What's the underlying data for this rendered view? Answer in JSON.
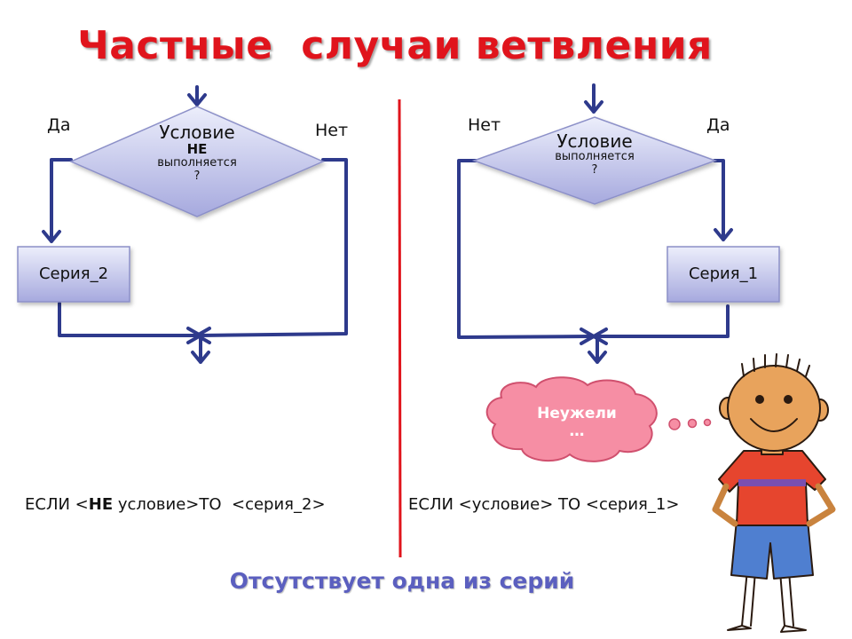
{
  "title": "Частные  случаи ветвления",
  "left": {
    "yes_label": "Да",
    "no_label": "Нет",
    "cond_line1": "Условие",
    "cond_line2": "НЕ",
    "cond_line3": "выполняется",
    "cond_line4": "?",
    "box_label": "Серия_2",
    "code_part1": "ЕСЛИ <",
    "code_part2": "НЕ",
    "code_part3": " условие>ТО  <серия_2>"
  },
  "right": {
    "no_label": "Нет",
    "yes_label": "Да",
    "cond_line1": "Условие",
    "cond_line2": "выполняется",
    "cond_line3": "?",
    "box_label": "Серия_1",
    "code": "ЕСЛИ <условие> ТО <серия_1>"
  },
  "bubble": {
    "line1": "Неужели",
    "line2": "…"
  },
  "footer": "Отсутствует одна из серий",
  "colors": {
    "title": "#e0141c",
    "divider": "#e0141c",
    "flow_line": "#2e3a8c",
    "shape_fill_top": "#e6e8f8",
    "shape_fill_bottom": "#a9acdf",
    "shape_stroke": "#8c90c8",
    "footer": "#5b5fbf",
    "bubble_fill": "#f68ea4",
    "bubble_stroke": "#d0506e"
  },
  "icons": [
    "boy-cartoon-figure",
    "thought-bubble",
    "arrow-down-icon"
  ]
}
